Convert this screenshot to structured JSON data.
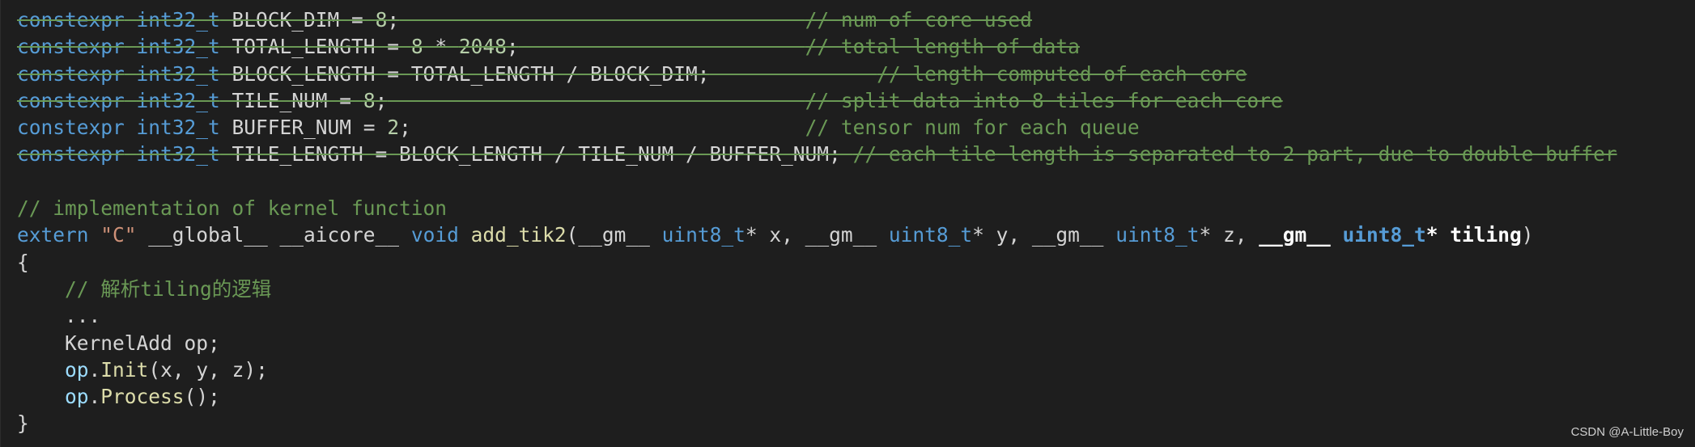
{
  "code_lines": [
    {
      "struck": true,
      "tokens": [
        {
          "t": "constexpr",
          "c": "kw"
        },
        {
          "t": " ",
          "c": "plain"
        },
        {
          "t": "int32_t",
          "c": "ty"
        },
        {
          "t": " BLOCK_DIM = ",
          "c": "plain"
        },
        {
          "t": "8",
          "c": "num"
        },
        {
          "t": ";",
          "c": "plain"
        },
        {
          "t": "                                  ",
          "c": "plain"
        },
        {
          "t": "// num of core used",
          "c": "cm"
        }
      ]
    },
    {
      "struck": true,
      "tokens": [
        {
          "t": "constexpr",
          "c": "kw"
        },
        {
          "t": " ",
          "c": "plain"
        },
        {
          "t": "int32_t",
          "c": "ty"
        },
        {
          "t": " TOTAL_LENGTH = ",
          "c": "plain"
        },
        {
          "t": "8",
          "c": "num"
        },
        {
          "t": " * ",
          "c": "plain"
        },
        {
          "t": "2048",
          "c": "num"
        },
        {
          "t": ";",
          "c": "plain"
        },
        {
          "t": "                        ",
          "c": "plain"
        },
        {
          "t": "// total length of data",
          "c": "cm"
        }
      ]
    },
    {
      "struck": true,
      "tokens": [
        {
          "t": "constexpr",
          "c": "kw"
        },
        {
          "t": " ",
          "c": "plain"
        },
        {
          "t": "int32_t",
          "c": "ty"
        },
        {
          "t": " BLOCK_LENGTH = TOTAL_LENGTH / BLOCK_DIM;",
          "c": "plain"
        },
        {
          "t": "              ",
          "c": "plain"
        },
        {
          "t": "// length computed of each core",
          "c": "cm"
        }
      ]
    },
    {
      "struck": true,
      "tokens": [
        {
          "t": "constexpr",
          "c": "kw"
        },
        {
          "t": " ",
          "c": "plain"
        },
        {
          "t": "int32_t",
          "c": "ty"
        },
        {
          "t": " TILE_NUM = ",
          "c": "plain"
        },
        {
          "t": "8",
          "c": "num"
        },
        {
          "t": ";",
          "c": "plain"
        },
        {
          "t": "                                   ",
          "c": "plain"
        },
        {
          "t": "// split data into 8 tiles for each core",
          "c": "cm"
        }
      ]
    },
    {
      "struck": false,
      "tokens": [
        {
          "t": "constexpr",
          "c": "kw"
        },
        {
          "t": " ",
          "c": "plain"
        },
        {
          "t": "int32_t",
          "c": "ty"
        },
        {
          "t": " BUFFER_NUM = ",
          "c": "plain"
        },
        {
          "t": "2",
          "c": "num"
        },
        {
          "t": ";",
          "c": "plain"
        },
        {
          "t": "                                 ",
          "c": "plain"
        },
        {
          "t": "// tensor num for each queue",
          "c": "cm"
        }
      ]
    },
    {
      "struck": true,
      "tokens": [
        {
          "t": "constexpr",
          "c": "kw"
        },
        {
          "t": " ",
          "c": "plain"
        },
        {
          "t": "int32_t",
          "c": "ty"
        },
        {
          "t": " TILE_LENGTH = BLOCK_LENGTH / TILE_NUM / BUFFER_NUM; ",
          "c": "plain"
        },
        {
          "t": "// each tile length is separated to 2 part, due to double buffer",
          "c": "cm"
        }
      ]
    },
    {
      "struck": false,
      "tokens": []
    },
    {
      "struck": false,
      "tokens": [
        {
          "t": "// implementation of kernel function",
          "c": "cm"
        }
      ]
    },
    {
      "struck": false,
      "tokens": [
        {
          "t": "extern",
          "c": "kw"
        },
        {
          "t": " ",
          "c": "plain"
        },
        {
          "t": "\"C\"",
          "c": "str"
        },
        {
          "t": " __global__ __aicore__ ",
          "c": "plain"
        },
        {
          "t": "void",
          "c": "kw"
        },
        {
          "t": " ",
          "c": "plain"
        },
        {
          "t": "add_tik2",
          "c": "fn"
        },
        {
          "t": "(__gm__ ",
          "c": "plain"
        },
        {
          "t": "uint8_t",
          "c": "ty"
        },
        {
          "t": "* x, __gm__ ",
          "c": "plain"
        },
        {
          "t": "uint8_t",
          "c": "ty"
        },
        {
          "t": "* y, __gm__ ",
          "c": "plain"
        },
        {
          "t": "uint8_t",
          "c": "ty"
        },
        {
          "t": "* z, ",
          "c": "plain"
        },
        {
          "t": "__gm__",
          "c": "white-bold"
        },
        {
          "t": " ",
          "c": "plain"
        },
        {
          "t": "uint8_t",
          "c": "ty bold"
        },
        {
          "t": "* tiling",
          "c": "white-bold"
        },
        {
          "t": ")",
          "c": "plain"
        }
      ]
    },
    {
      "struck": false,
      "tokens": [
        {
          "t": "{",
          "c": "plain"
        }
      ]
    },
    {
      "struck": false,
      "tokens": [
        {
          "t": "    ",
          "c": "plain"
        },
        {
          "t": "// 解析tiling的逻辑",
          "c": "cm"
        }
      ]
    },
    {
      "struck": false,
      "tokens": [
        {
          "t": "    ...",
          "c": "plain"
        }
      ]
    },
    {
      "struck": false,
      "tokens": [
        {
          "t": "    KernelAdd op;",
          "c": "plain"
        }
      ]
    },
    {
      "struck": false,
      "tokens": [
        {
          "t": "    ",
          "c": "plain"
        },
        {
          "t": "op",
          "c": "var"
        },
        {
          "t": ".",
          "c": "plain"
        },
        {
          "t": "Init",
          "c": "fn"
        },
        {
          "t": "(x, y, z);",
          "c": "plain"
        }
      ]
    },
    {
      "struck": false,
      "tokens": [
        {
          "t": "    ",
          "c": "plain"
        },
        {
          "t": "op",
          "c": "var"
        },
        {
          "t": ".",
          "c": "plain"
        },
        {
          "t": "Process",
          "c": "fn"
        },
        {
          "t": "();",
          "c": "plain"
        }
      ]
    },
    {
      "struck": false,
      "tokens": [
        {
          "t": "}",
          "c": "plain"
        }
      ]
    }
  ],
  "watermark": "CSDN @A-Little-Boy"
}
